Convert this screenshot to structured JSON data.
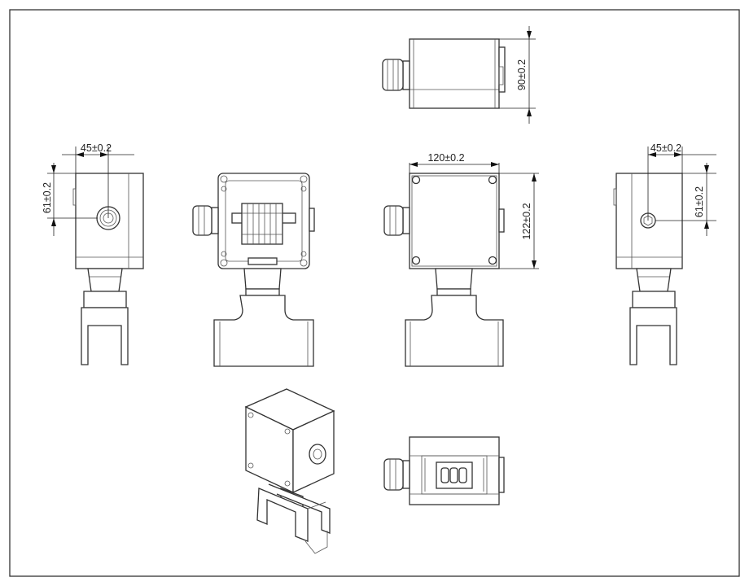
{
  "drawing": {
    "views": [
      "top-view",
      "left-side-view",
      "front-open-view",
      "front-view",
      "right-side-view",
      "isometric-view",
      "bottom-view"
    ],
    "dimensions": {
      "top_height": "90±0.2",
      "left_width": "45±0.2",
      "left_height": "61±0.2",
      "front_width": "120±0.2",
      "front_height": "122±0.2",
      "right_width": "45±0.2",
      "right_height": "61±0.2"
    }
  }
}
